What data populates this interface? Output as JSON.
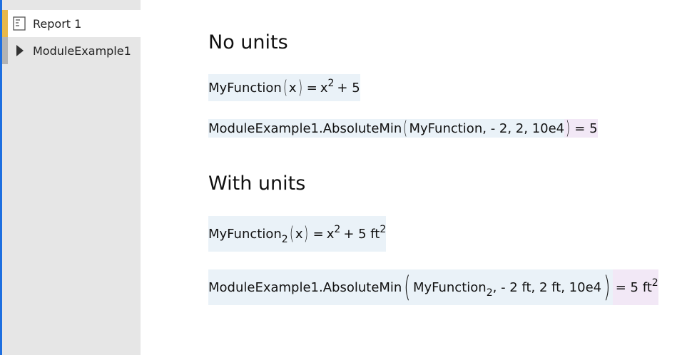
{
  "sidebar": {
    "items": [
      {
        "label": "Report 1",
        "icon": "report-icon"
      },
      {
        "label": "ModuleExample1",
        "icon": "expand-arrow-icon"
      }
    ]
  },
  "sections": [
    {
      "heading": "No units",
      "definition": {
        "fn": "MyFunction",
        "arg": "x",
        "rhs_base": "x",
        "rhs_exp": "2",
        "rhs_rest": "+ 5"
      },
      "call": {
        "module": "ModuleExample1.AbsoluteMin",
        "fn": "MyFunction",
        "args": " - 2, 2, 10e4",
        "result": "= 5"
      }
    },
    {
      "heading": "With units",
      "definition": {
        "fn": "MyFunction",
        "sub": "2",
        "arg": "x",
        "rhs_base": "x",
        "rhs_exp": "2",
        "rhs_rest": "+ 5 ft",
        "rhs_unit_exp": "2"
      },
      "call": {
        "module": "ModuleExample1.AbsoluteMin",
        "fn": "MyFunction",
        "sub": "2",
        "args": " - 2 ft, 2 ft, 10e4",
        "result": "= 5 ft",
        "result_exp": "2"
      }
    }
  ],
  "colors": {
    "accent": "#1e6fe0",
    "report_marker": "#e8b84a",
    "eq_bg": "#eaf2f8",
    "result_bg": "#f2e8f6"
  }
}
